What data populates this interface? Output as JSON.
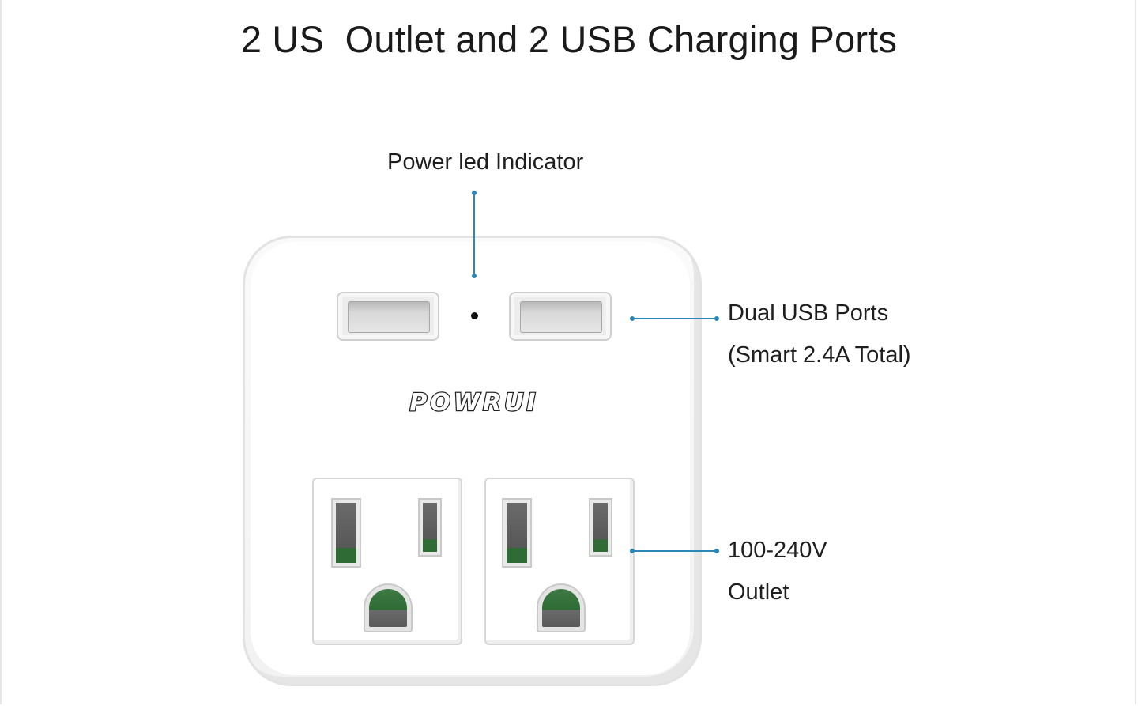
{
  "title": "2 US  Outlet and 2 USB Charging Ports",
  "device": {
    "brand": "POWRUI",
    "usb_port_count": 2,
    "outlet_count": 2
  },
  "callouts": {
    "led": {
      "label": "Power led Indicator"
    },
    "usb": {
      "line1": "Dual USB Ports",
      "line2": "(Smart 2.4A Total)"
    },
    "outlet": {
      "line1": "100-240V",
      "line2": "Outlet"
    }
  },
  "colors": {
    "leader_line": "#2a87b7",
    "outlet_contact_green": "#2f6b34",
    "text": "#1e1e1e"
  }
}
